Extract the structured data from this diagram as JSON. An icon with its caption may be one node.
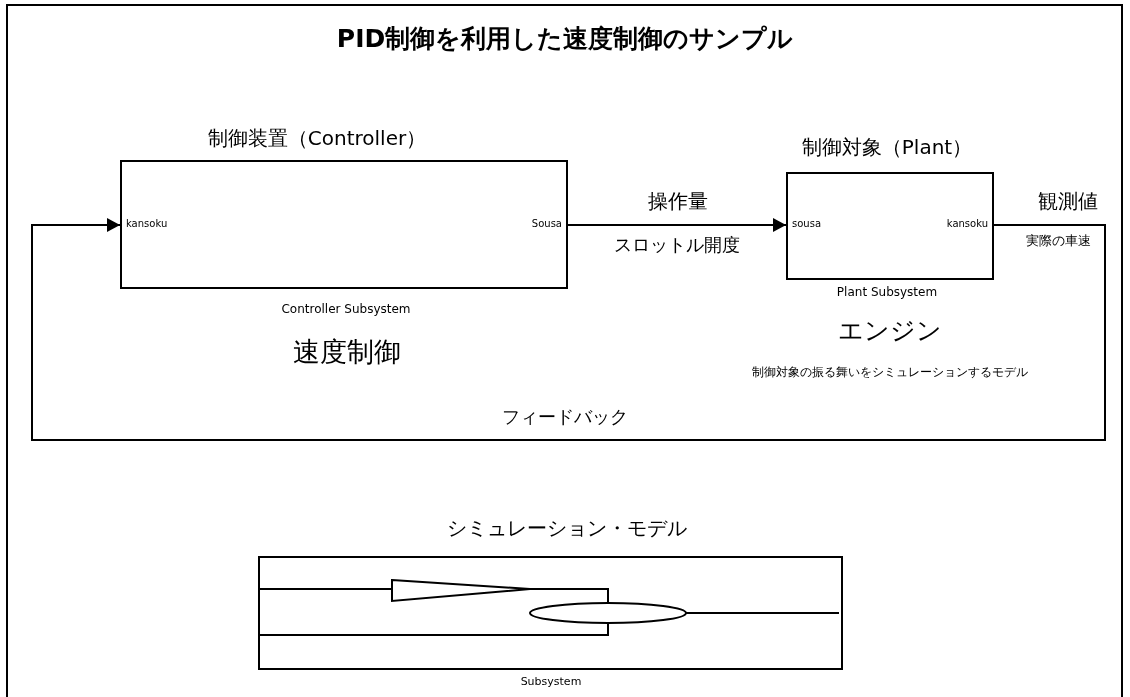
{
  "diagram": {
    "title": "PID制御を利用した速度制御のサンプル",
    "nodes": [
      {
        "text": [
          "制御装置（Controller）",
          "kansoku",
          "Sousa"
        ],
        "beside": [
          "Controller Subsystem",
          "速度制御"
        ]
      },
      {
        "text": [
          "制御対象（Plant）",
          "sousa",
          "kansoku"
        ],
        "beside": [
          "Plant Subsystem",
          "エンジン",
          "制御対象の振る舞いをシミュレーションするモデル"
        ]
      },
      {
        "text": [
          "シミュレーション・モデル"
        ],
        "beside": [
          "Subsystem"
        ]
      }
    ],
    "edges": [
      {
        "from": 0,
        "to": 1,
        "arrow": "to",
        "label": "操作量"
      },
      {
        "from": 1,
        "to": 0,
        "arrow": "to",
        "label": "フィードバック"
      }
    ],
    "labels": [
      "スロットル開度",
      "観測値",
      "実際の車速"
    ]
  }
}
